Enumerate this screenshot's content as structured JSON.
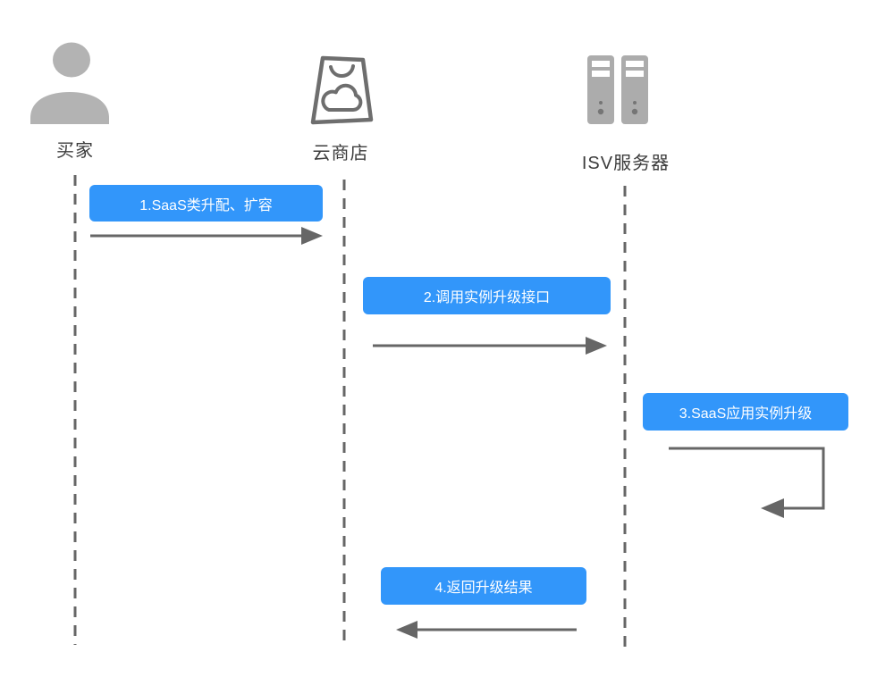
{
  "actors": [
    {
      "id": "buyer",
      "label": "买家",
      "icon": "person-icon"
    },
    {
      "id": "cloud-store",
      "label": "云商店",
      "icon": "shopping-bag-cloud-icon"
    },
    {
      "id": "isv-server",
      "label": "ISV服务器",
      "icon": "server-icon"
    }
  ],
  "messages": [
    {
      "step": 1,
      "label": "1.SaaS类升配、扩容",
      "from": "买家",
      "to": "云商店",
      "direction": "right"
    },
    {
      "step": 2,
      "label": "2.调用实例升级接口",
      "from": "云商店",
      "to": "ISV服务器",
      "direction": "right"
    },
    {
      "step": 3,
      "label": "3.SaaS应用实例升级",
      "from": "ISV服务器",
      "to": "ISV服务器",
      "direction": "self-loop"
    },
    {
      "step": 4,
      "label": "4.返回升级结果",
      "from": "ISV服务器",
      "to": "云商店",
      "direction": "left"
    }
  ],
  "colors": {
    "message_box": "#3296fa",
    "message_text": "#ffffff",
    "line_gray": "#666666",
    "icon_fill_gray": "#b3b3b3",
    "icon_stroke_gray": "#6e6e6e",
    "label_text": "#3c3c3c",
    "background": "#ffffff"
  }
}
